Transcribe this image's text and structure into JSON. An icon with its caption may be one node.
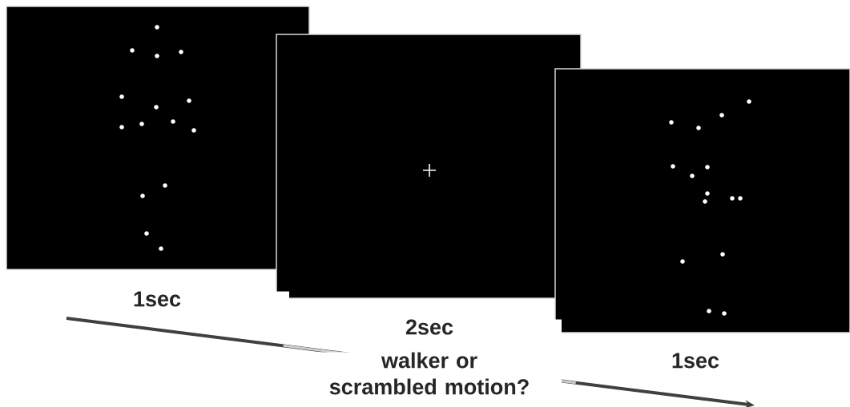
{
  "diagram": {
    "nodes": [
      {
        "text": [],
        "shape": "box",
        "beside": [
          "1sec"
        ]
      },
      {
        "text": [],
        "shape": "box",
        "beside": [
          "2sec",
          "walker or scrambled motion?"
        ]
      },
      {
        "text": [],
        "shape": "box",
        "beside": [
          "1sec"
        ]
      }
    ]
  }
}
